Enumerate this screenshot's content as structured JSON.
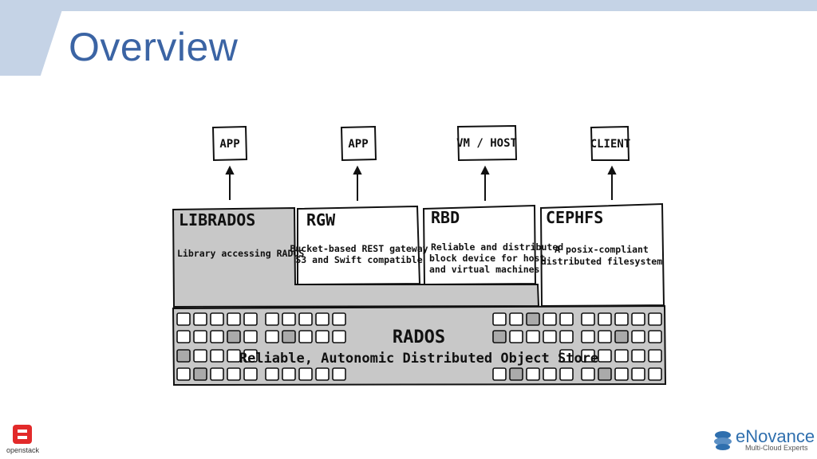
{
  "slide": {
    "title": "Overview"
  },
  "diagram": {
    "clients": [
      "APP",
      "APP",
      "VM / HOST",
      "CLIENT"
    ],
    "components": [
      {
        "name": "LIBRADOS",
        "desc_lines": [
          "Library accessing RADOS"
        ]
      },
      {
        "name": "RGW",
        "desc_lines": [
          "Bucket-based REST gateway",
          "S3 and Swift compatible"
        ]
      },
      {
        "name": "RBD",
        "desc_lines": [
          "Reliable and distributed",
          "block device for host",
          "and virtual machines"
        ]
      },
      {
        "name": "CEPHFS",
        "desc_lines": [
          "A posix-compliant",
          "distributed filesystem"
        ]
      }
    ],
    "rados": {
      "title": "RADOS",
      "subtitle": "Reliable, Autonomic Distributed Object Store"
    }
  },
  "footer": {
    "left_logo_text": "openstack",
    "right_logo_name": "eNovance",
    "right_logo_tagline": "Multi-Cloud Experts"
  }
}
